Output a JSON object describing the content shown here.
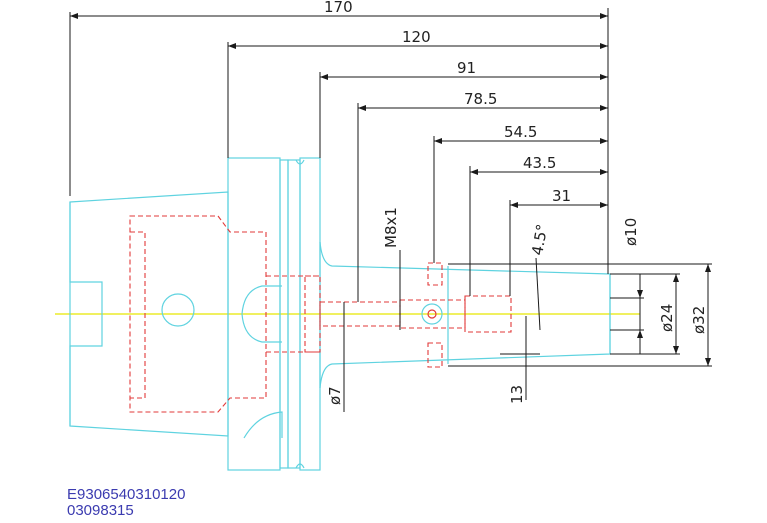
{
  "colors": {
    "outline": "#5fd3e0",
    "hidden": "#e23a3a",
    "centerline": "#e8e800",
    "dimension": "#1a1a1a",
    "codes": "#3b3bb0"
  },
  "dimensions": {
    "len_170": "170",
    "len_120": "120",
    "len_91": "91",
    "len_78_5": "78.5",
    "len_54_5": "54.5",
    "len_43_5": "43.5",
    "len_31": "31",
    "len_13": "13",
    "dia_10": "ø10",
    "dia_24": "ø24",
    "dia_32": "ø32",
    "dia_7": "ø7",
    "thread": "M8x1",
    "angle": "4.5°"
  },
  "codes": {
    "part_number": "E9306540310120",
    "order_code": "03098315"
  }
}
